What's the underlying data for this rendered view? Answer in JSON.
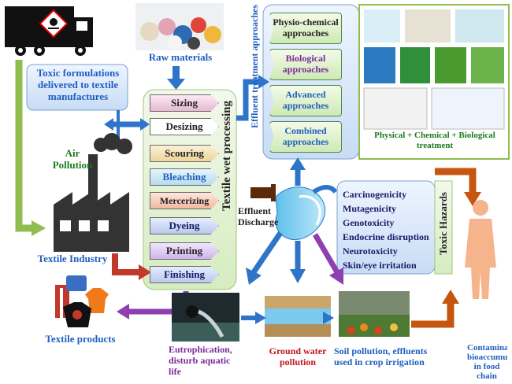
{
  "diagram": {
    "toxic_delivery": "Toxic formulations delivered to textile manufactures",
    "raw_materials": "Raw materials",
    "wet_processing_title": "Textile wet processing",
    "steps": [
      "Sizing",
      "Desizing",
      "Scouring",
      "Bleaching",
      "Mercerizing",
      "Dyeing",
      "Printing",
      "Finishing"
    ],
    "effluent_treatment_title": "Effluent treatment approaches",
    "approaches": [
      "Physio-chemical approaches",
      "Biological approaches",
      "Advanced approaches",
      "Combined approaches"
    ],
    "combined_caption": "Physical + Chemical + Biological treatment",
    "air_pollution": "Air Pollution",
    "textile_industry": "Textile Industry",
    "textile_products": "Textile products",
    "effluent_discharge": "Effluent Discharge",
    "hazards": [
      "Carcinogenicity",
      "Mutagenicity",
      "Genotoxicity",
      "Endocrine disruption",
      "Neurotoxicity",
      "Skin/eye irritation"
    ],
    "toxic_hazards": "Toxic Hazards",
    "eutrophication": "Eutrophication, disturb aquatic life",
    "groundwater": "Ground water pollution",
    "soil_pollution": "Soil pollution, effluents used in crop irrigation",
    "food_chain": "Contaminants bioaccumulation in food chain"
  },
  "colors": {
    "blue_arrow": "#2e75c9",
    "green_arrow": "#8fbe4f",
    "purple_arrow": "#8e3fb0",
    "orange_arrow": "#c4560f",
    "red_arrow": "#c0392b"
  }
}
